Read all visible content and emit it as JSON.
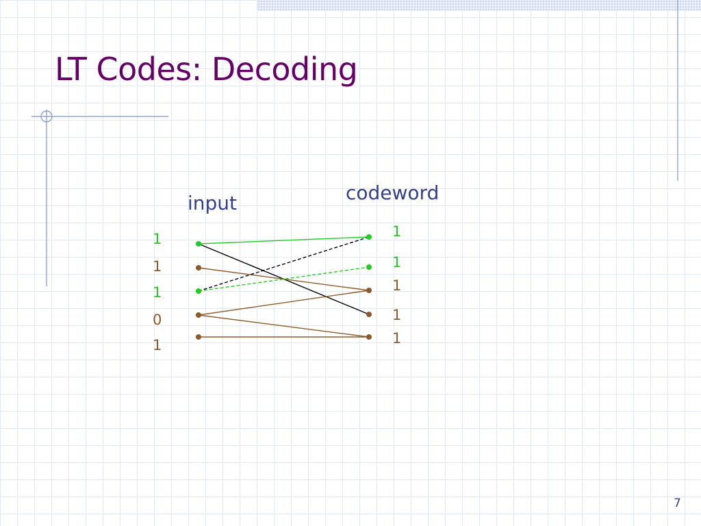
{
  "slide": {
    "title": "LT Codes: Decoding",
    "page_number": "7"
  },
  "labels": {
    "input": "input",
    "codeword": "codeword"
  },
  "colors": {
    "title": "#660066",
    "label": "#333f8a",
    "green": "#22cc22",
    "brown": "#8b5a2b",
    "black": "#000000",
    "grid": "#dfe6f4",
    "accent_line": "#7f95cf"
  },
  "input_bits": [
    {
      "value": "1",
      "state": "green"
    },
    {
      "value": "1",
      "state": "brown"
    },
    {
      "value": "1",
      "state": "green"
    },
    {
      "value": "0",
      "state": "brown"
    },
    {
      "value": "1",
      "state": "brown"
    }
  ],
  "codeword_bits": [
    {
      "value": "1",
      "state": "green"
    },
    {
      "value": "1",
      "state": "green"
    },
    {
      "value": "1",
      "state": "brown"
    },
    {
      "value": "1",
      "state": "brown"
    },
    {
      "value": "1",
      "state": "brown"
    }
  ],
  "edges": [
    {
      "from": 0,
      "to": 0,
      "state": "green",
      "style": "solid"
    },
    {
      "from": 0,
      "to": 3,
      "state": "black",
      "style": "solid"
    },
    {
      "from": 1,
      "to": 2,
      "state": "brown",
      "style": "solid"
    },
    {
      "from": 2,
      "to": 0,
      "state": "black",
      "style": "dashed"
    },
    {
      "from": 2,
      "to": 1,
      "state": "green",
      "style": "dashed"
    },
    {
      "from": 3,
      "to": 2,
      "state": "brown",
      "style": "solid"
    },
    {
      "from": 3,
      "to": 4,
      "state": "brown",
      "style": "solid"
    },
    {
      "from": 4,
      "to": 4,
      "state": "brown",
      "style": "solid"
    }
  ]
}
